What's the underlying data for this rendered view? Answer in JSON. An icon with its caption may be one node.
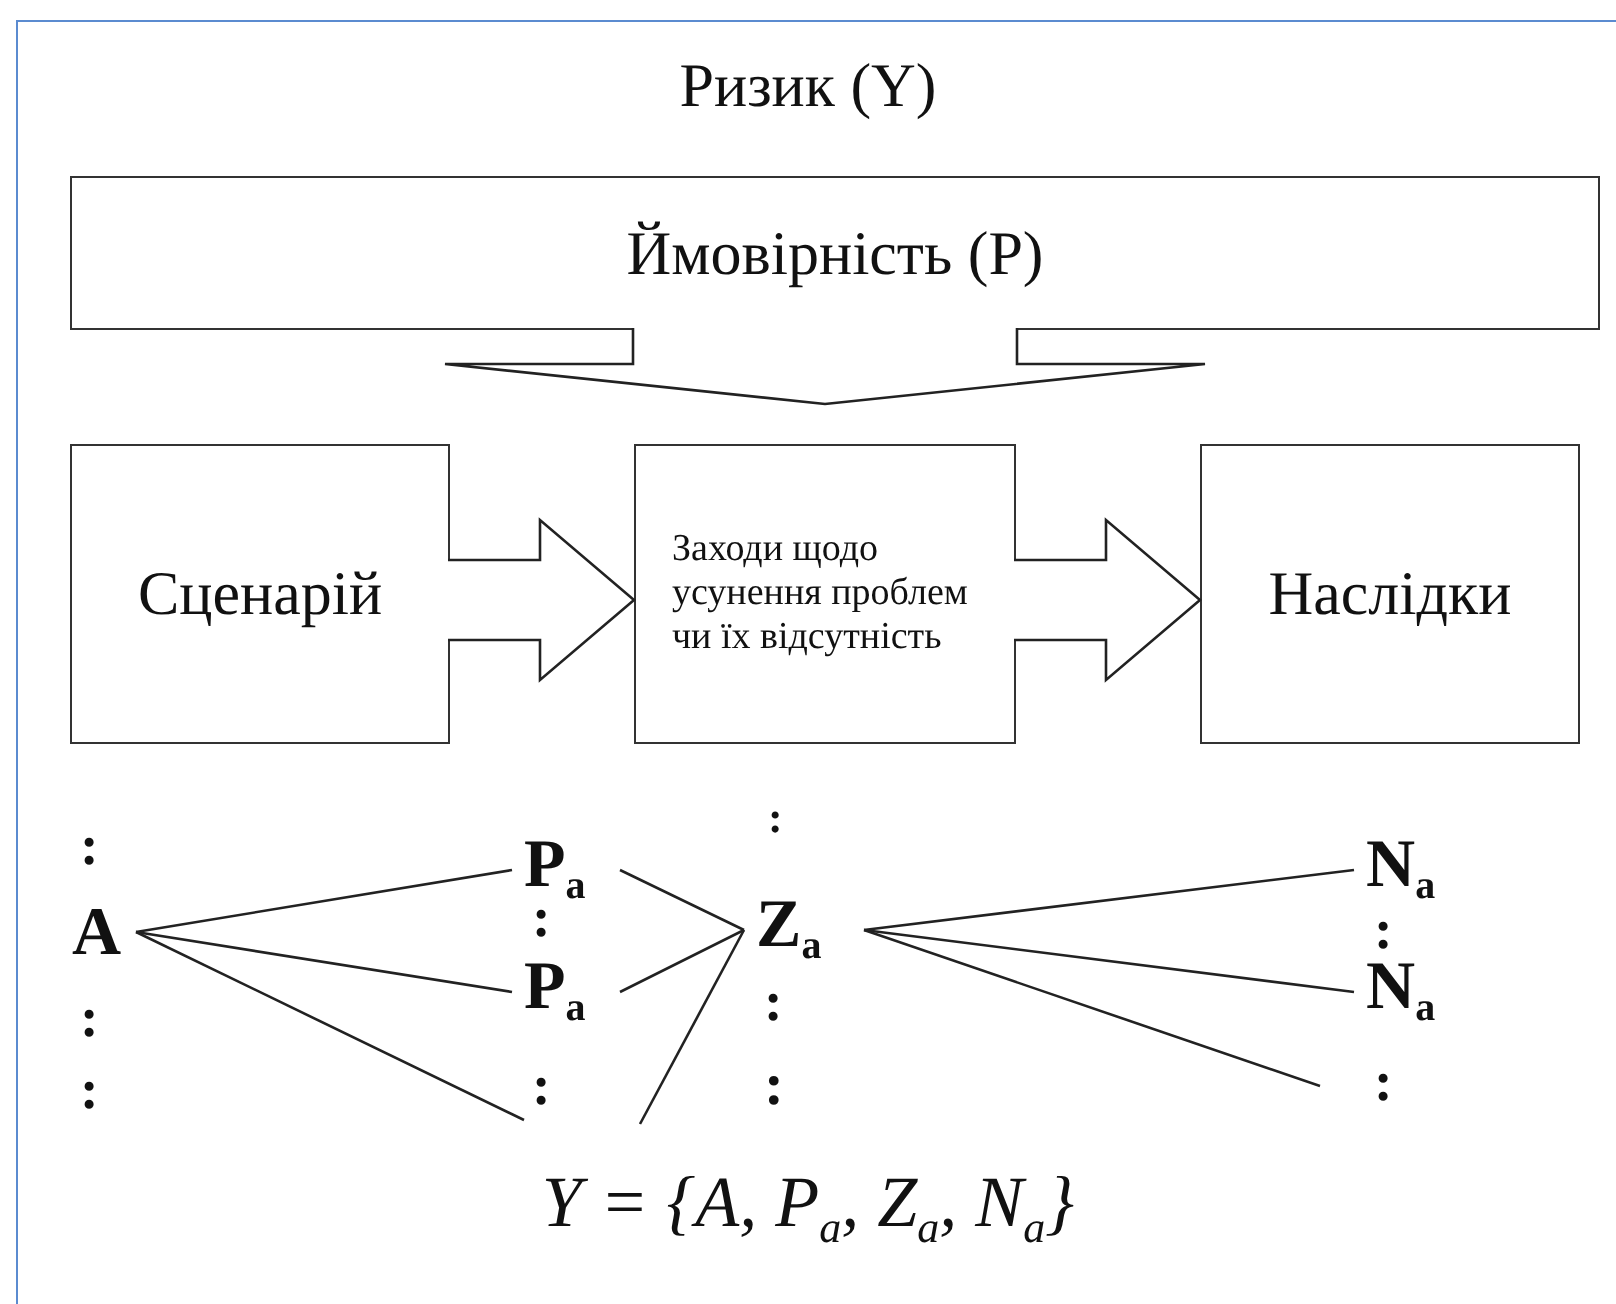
{
  "diagram": {
    "title": "Ризик (Y)",
    "nodes": [
      {
        "text": [
          "Ймовірність (P)"
        ]
      },
      {
        "text": [
          "Сценарій"
        ]
      },
      {
        "text": [
          "Заходи щодо усунення проблем чи їх відсутність"
        ]
      },
      {
        "text": [
          "Наслідки"
        ]
      },
      {
        "text": [
          "A"
        ]
      },
      {
        "text": [
          "P$_{a}$"
        ]
      },
      {
        "text": [
          "P$_{a}$"
        ]
      },
      {
        "text": [
          "Z$_{a}$"
        ]
      },
      {
        "text": [
          "N$_{a}$"
        ]
      },
      {
        "text": [
          "N$_{a}$"
        ]
      }
    ],
    "edges": [
      {
        "from": 0,
        "to": 2,
        "arrow": "to",
        "style": "thick"
      },
      {
        "from": 1,
        "to": 2,
        "arrow": "to",
        "style": "thick"
      },
      {
        "from": 2,
        "to": 3,
        "arrow": "to",
        "style": "thick"
      },
      {
        "from": 4,
        "to": 5,
        "arrow": "none"
      },
      {
        "from": 4,
        "to": 6,
        "arrow": "none"
      },
      {
        "from": 4,
        "to": null,
        "arrow": "none"
      },
      {
        "from": 5,
        "to": 7,
        "arrow": "none"
      },
      {
        "from": 6,
        "to": 7,
        "arrow": "none"
      },
      {
        "from": null,
        "to": 7,
        "arrow": "none"
      },
      {
        "from": 7,
        "to": 8,
        "arrow": "none"
      },
      {
        "from": 7,
        "to": 9,
        "arrow": "none"
      },
      {
        "from": 7,
        "to": null,
        "arrow": "none"
      }
    ],
    "labels": [
      ":",
      ":",
      ":",
      ":",
      ":",
      ":",
      ":",
      ":",
      ":",
      ":",
      "Y = {A, P$_{a}$, Z$_{a}$, N$_{a}$}"
    ]
  }
}
